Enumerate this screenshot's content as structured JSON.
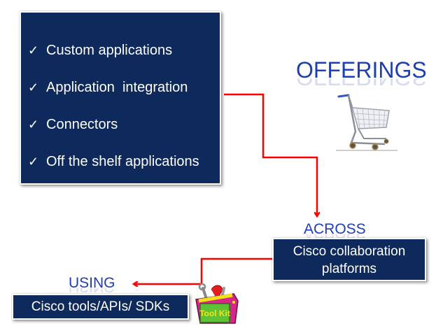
{
  "offerings": {
    "heading": "OFFERINGS",
    "items": [
      {
        "check": "✓",
        "label": "Custom applications"
      },
      {
        "check": "✓",
        "label": "Application  integration"
      },
      {
        "check": "✓",
        "label": "Connectors"
      },
      {
        "check": "✓",
        "label": "Off the shelf applications"
      }
    ],
    "icon": "shopping-cart-icon"
  },
  "across": {
    "heading": "ACROSS",
    "box_line1": "Cisco collaboration",
    "box_line2": "platforms"
  },
  "using": {
    "heading": "USING",
    "box_text": "Cisco tools/APIs/ SDKs",
    "icon": "toolkit-icon",
    "icon_label": "Tool Kit"
  },
  "colors": {
    "box_fill": "#0e2a5c",
    "heading_blue": "#1e3fb4",
    "arrow_red": "#ff0000"
  }
}
